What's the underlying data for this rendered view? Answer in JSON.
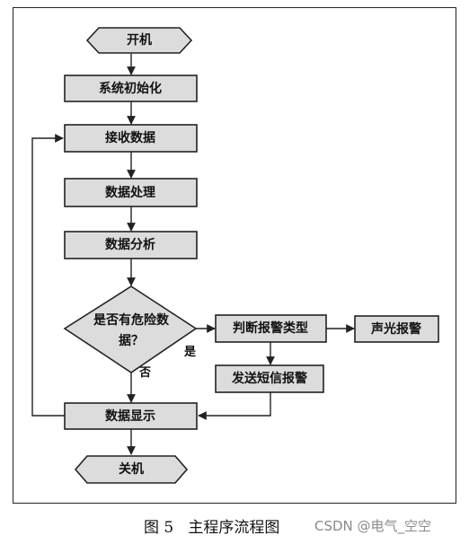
{
  "flowchart": {
    "start": "开机",
    "init": "系统初始化",
    "receive": "接收数据",
    "process": "数据处理",
    "analyze": "数据分析",
    "decision_line1": "是否有危险数",
    "decision_line2": "据？",
    "judge": "判断报警类型",
    "sound_light": "声光报警",
    "sms": "发送短信报警",
    "display": "数据显示",
    "end": "关机",
    "yes_label": "是",
    "no_label": "否"
  },
  "caption": "图 5   主程序流程图",
  "watermark": "CSDN @电气_空空"
}
